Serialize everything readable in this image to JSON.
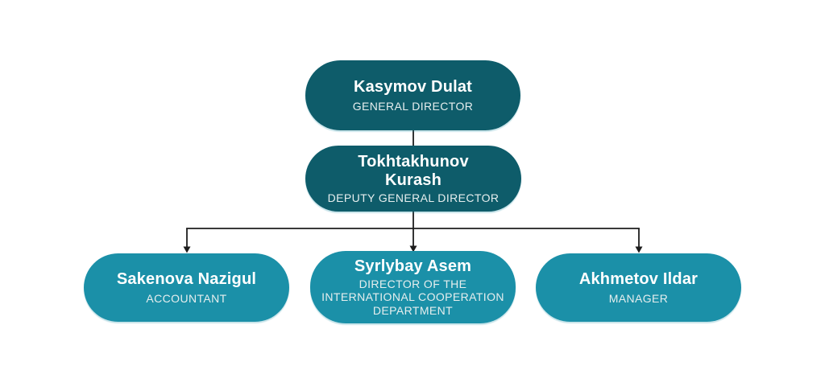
{
  "org_chart": {
    "type": "org-chart",
    "colors": {
      "background": "#ffffff",
      "executive_node_fill": "#0e5c6a",
      "staff_node_fill": "#1b90a8",
      "name_text": "#ffffff",
      "role_text": "#e6eeee",
      "connector_line": "#1d1d1d"
    },
    "nodes": [
      {
        "name": "Kasymov Dulat",
        "role": "GENERAL DIRECTOR",
        "level": 1,
        "reports_to": null
      },
      {
        "name": "Tokhtakhunov Kurash",
        "role": "DEPUTY GENERAL DIRECTOR",
        "level": 2,
        "reports_to": "Kasymov Dulat"
      },
      {
        "name": "Sakenova Nazigul",
        "role": "ACCOUNTANT",
        "level": 3,
        "reports_to": "Tokhtakhunov Kurash"
      },
      {
        "name": "Syrlybay Asem",
        "role": "DIRECTOR OF THE INTERNATIONAL COOPERATION DEPARTMENT",
        "level": 3,
        "reports_to": "Tokhtakhunov Kurash"
      },
      {
        "name": "Akhmetov Ildar",
        "role": "MANAGER",
        "level": 3,
        "reports_to": "Tokhtakhunov Kurash"
      }
    ]
  }
}
